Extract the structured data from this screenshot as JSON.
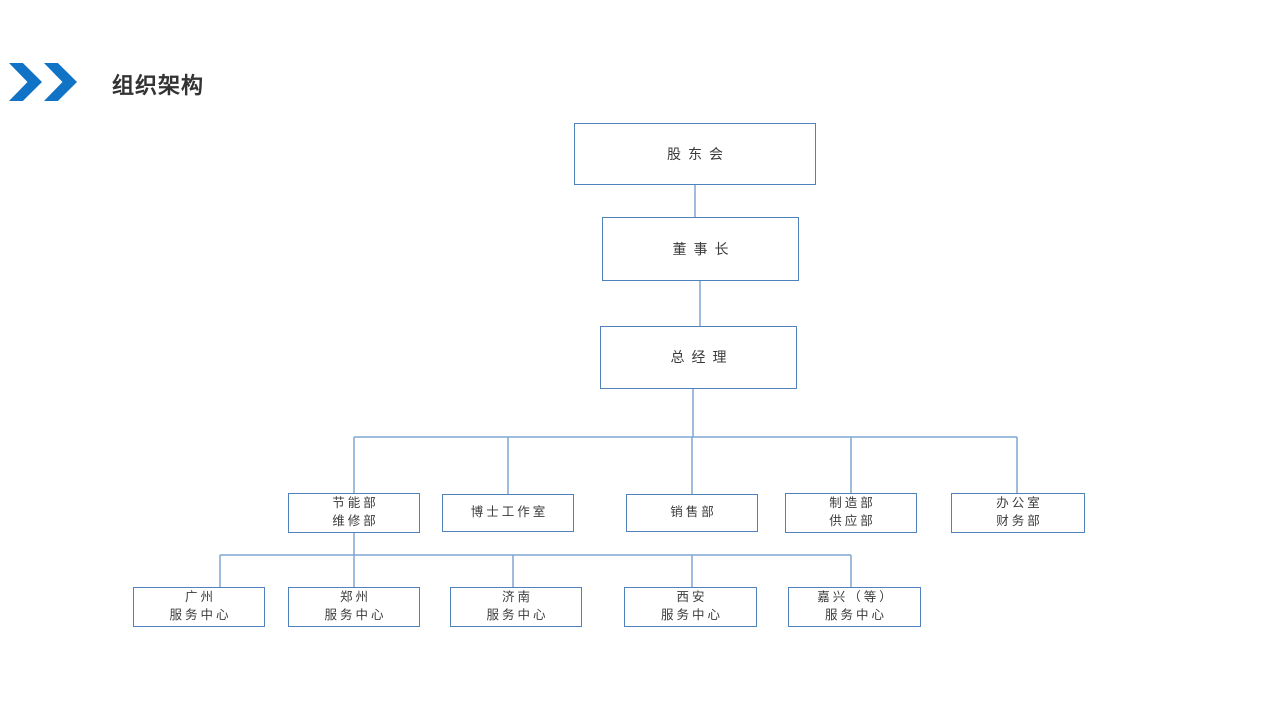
{
  "slide": {
    "title": "组织架构",
    "title_color": "#333333",
    "accent_color": "#1173c5",
    "background_color": "#ffffff"
  },
  "org_chart": {
    "box_border_color": "#4f81bd",
    "connector_color": "#7fa5d4",
    "nodes": [
      {
        "id": "shareholders",
        "label": "股东会"
      },
      {
        "id": "chairman",
        "label": "董事长"
      },
      {
        "id": "general-manager",
        "label": "总经理"
      },
      {
        "id": "dept-energy-maintenance",
        "label": "节能部\n维修部"
      },
      {
        "id": "dept-phd-studio",
        "label": "博士工作室"
      },
      {
        "id": "dept-sales",
        "label": "销售部"
      },
      {
        "id": "dept-manufacturing-supply",
        "label": "制造部\n供应部"
      },
      {
        "id": "dept-office-finance",
        "label": "办公室\n财务部"
      },
      {
        "id": "svc-guangzhou",
        "label": "广州\n服务中心"
      },
      {
        "id": "svc-zhengzhou",
        "label": "郑州\n服务中心"
      },
      {
        "id": "svc-jinan",
        "label": "济南\n服务中心"
      },
      {
        "id": "svc-xian",
        "label": "西安\n服务中心"
      },
      {
        "id": "svc-jiaxing",
        "label": "嘉兴（等）\n服务中心"
      }
    ]
  }
}
